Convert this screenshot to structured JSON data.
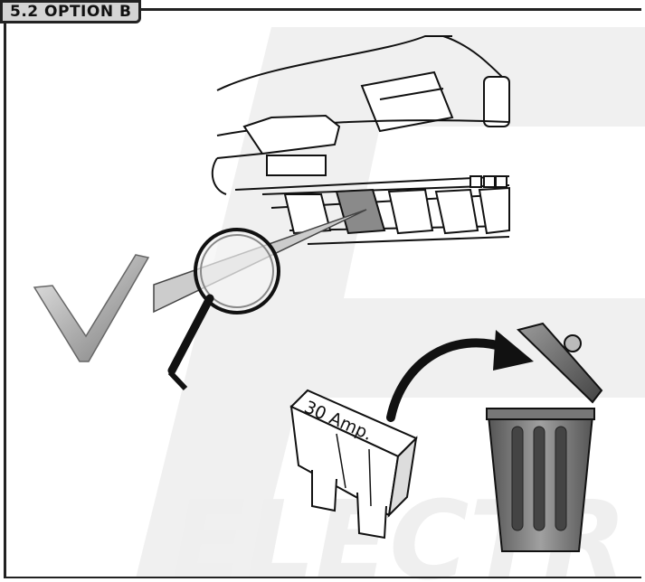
{
  "header": {
    "section_title": "5.2 OPTION B"
  },
  "fuse": {
    "label": "30 Amp."
  },
  "watermark": {
    "text": "ELECTR"
  },
  "colors": {
    "frame": "#222222",
    "tab_bg": "#d4d4d4",
    "watermark": "#f0f0f0",
    "fuse_highlight": "#8a8a8a"
  },
  "icons": [
    "checkmark-icon",
    "magnifier-icon",
    "arrow-icon",
    "trash-can-icon",
    "fuse-icon"
  ]
}
